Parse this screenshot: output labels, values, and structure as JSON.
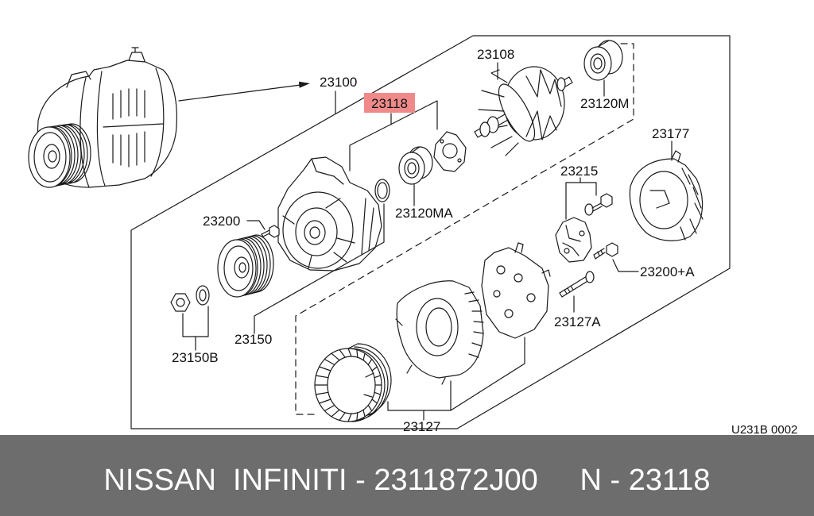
{
  "diagram": {
    "callouts": {
      "rotor": "23108",
      "alternator_assembly": "23100",
      "front_housing": "23118",
      "rear_bearing": "23120M",
      "rear_cover": "23177",
      "regulator": "23215",
      "housing_screw": "23200",
      "front_bearing": "23120MA",
      "cover_screw": "23200+A",
      "through_bolt": "23127A",
      "pulley": "23150",
      "pulley_nut": "23150B",
      "rear_housing": "23127"
    },
    "drawing_code": "U231B 0002",
    "highlight_color": "#f08a8a"
  },
  "footer": {
    "text": "NISSAN  INFINITI - 2311872J00     N - 23118",
    "background_color": "#6d6d6d",
    "text_color": "#ffffff"
  },
  "colors": {
    "line": "#1a1a1a"
  }
}
